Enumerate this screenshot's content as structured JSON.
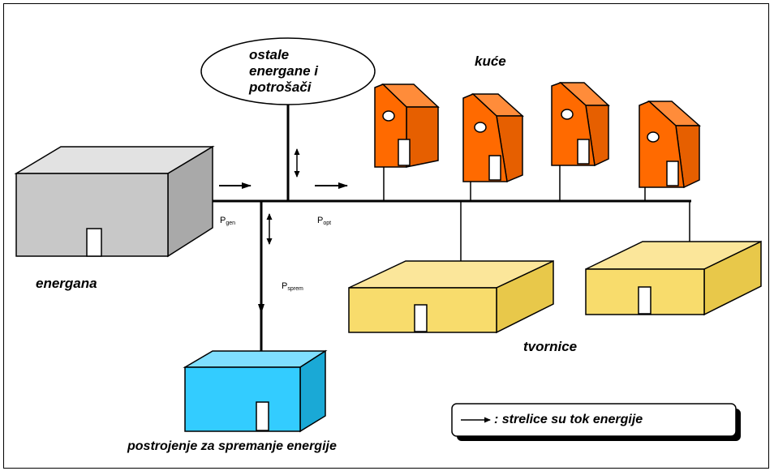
{
  "labels": {
    "other_plants": "ostale energane i potrošači",
    "houses": "kuće",
    "power_plant": "energana",
    "storage": "postrojenje za spremanje energije",
    "factories": "tvornice"
  },
  "flows": {
    "p_gen": {
      "symbol": "P",
      "subscript": "gen"
    },
    "p_opt": {
      "symbol": "P",
      "subscript": "opt"
    },
    "p_sprem": {
      "symbol": "P",
      "subscript": "sprem"
    }
  },
  "legend": {
    "text": ": strelice su tok energije"
  },
  "colors": {
    "power_plant": "#c8c8c8",
    "house": "#ff6a00",
    "factory": "#f8dc6c",
    "storage": "#33ccff"
  }
}
